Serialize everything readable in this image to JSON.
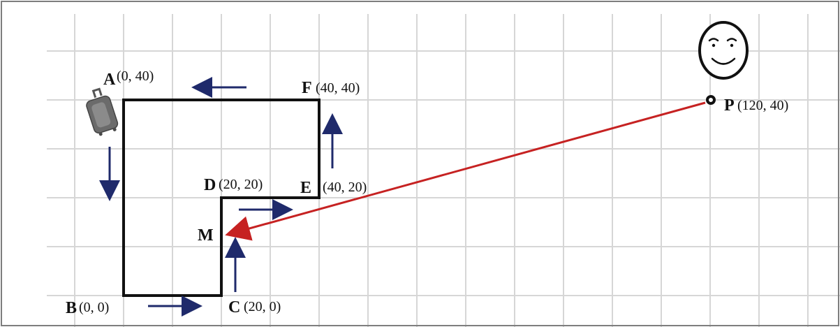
{
  "colors": {
    "background": "#ffffff",
    "grid": "#d6d6d6",
    "frame": "#7e7e7e",
    "path": "#111111",
    "direction_arrows": "#1f2a6b",
    "distance_arrow": "#c62222",
    "luggage": "#6b6b6b"
  },
  "points": {
    "A": {
      "letter": "A",
      "coords": "(0, 40)"
    },
    "B": {
      "letter": "B",
      "coords": "(0, 0)"
    },
    "C": {
      "letter": "C",
      "coords": "(20, 0)"
    },
    "D": {
      "letter": "D",
      "coords": "(20, 20)"
    },
    "E": {
      "letter": "E",
      "coords": "(40, 20)"
    },
    "F": {
      "letter": "F",
      "coords": "(40, 40)"
    },
    "M": {
      "letter": "M"
    },
    "P": {
      "letter": "P",
      "coords": "(120, 40)"
    }
  },
  "icons": {
    "suitcase": "suitcase-icon",
    "smiley_person": "smiley-face-icon"
  }
}
